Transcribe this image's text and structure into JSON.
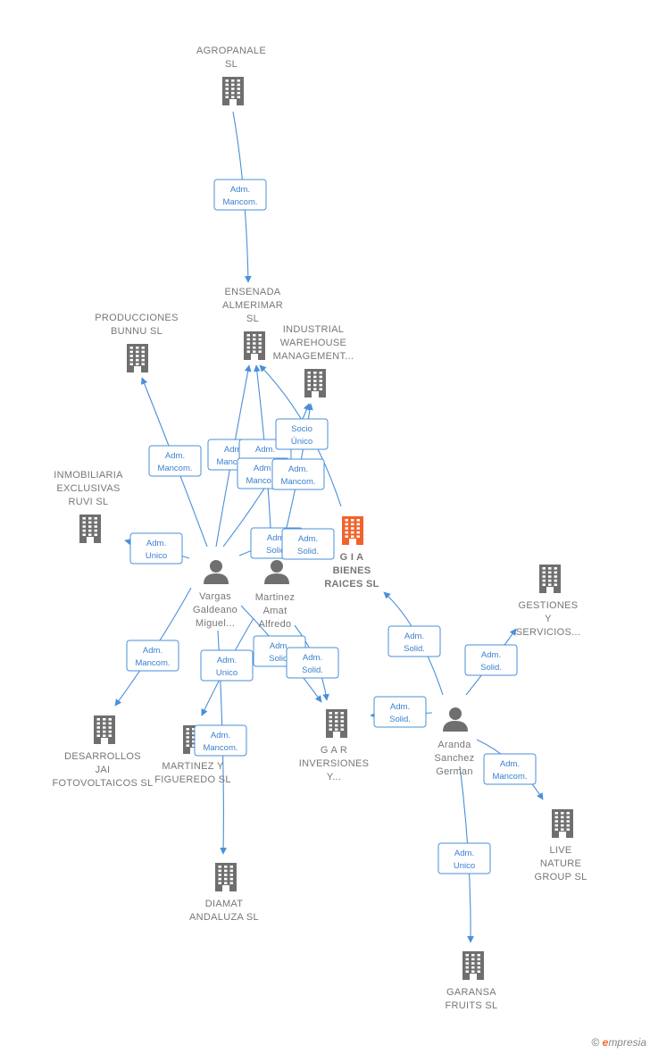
{
  "colors": {
    "company": "#6f6f6f",
    "focus": "#f2622b",
    "person": "#6f6f6f",
    "edge": "#4a8fd9"
  },
  "nodes": [
    {
      "id": "agropanale",
      "type": "company",
      "label": [
        "AGROPANALE",
        "SL"
      ]
    },
    {
      "id": "ensenada",
      "type": "company",
      "label": [
        "ENSENADA",
        "ALMERIMAR",
        "SL"
      ]
    },
    {
      "id": "producciones",
      "type": "company",
      "label": [
        "PRODUCCIONES",
        "BUNNU SL"
      ]
    },
    {
      "id": "industrial",
      "type": "company",
      "label": [
        "INDUSTRIAL",
        "WAREHOUSE",
        "MANAGEMENT..."
      ]
    },
    {
      "id": "inmobiliaria",
      "type": "company",
      "label": [
        "INMOBILIARIA",
        "EXCLUSIVAS",
        "RUVI SL"
      ]
    },
    {
      "id": "gia",
      "type": "focus",
      "label": [
        "G I A",
        "BIENES",
        "RAICES  SL"
      ]
    },
    {
      "id": "gestiones",
      "type": "company",
      "label": [
        "GESTIONES",
        "Y",
        "SERVICIOS..."
      ]
    },
    {
      "id": "vargas",
      "type": "person",
      "label": [
        "Vargas",
        "Galdeano",
        "Miguel..."
      ]
    },
    {
      "id": "martinez",
      "type": "person",
      "label": [
        "Martinez",
        "Amat",
        "Alfredo"
      ]
    },
    {
      "id": "aranda",
      "type": "person",
      "label": [
        "Aranda",
        "Sanchez",
        "German"
      ]
    },
    {
      "id": "desarrollos",
      "type": "company",
      "label": [
        "DESARROLLOS",
        "JAI",
        "FOTOVOLTAICOS SL"
      ]
    },
    {
      "id": "martinezy",
      "type": "company",
      "label": [
        "MARTINEZ Y",
        "FIGUEREDO SL"
      ]
    },
    {
      "id": "gar",
      "type": "company",
      "label": [
        "G A R",
        "INVERSIONES",
        "Y..."
      ]
    },
    {
      "id": "live",
      "type": "company",
      "label": [
        "LIVE",
        "NATURE",
        "GROUP  SL"
      ]
    },
    {
      "id": "diamat",
      "type": "company",
      "label": [
        "DIAMAT",
        "ANDALUZA SL"
      ]
    },
    {
      "id": "garansa",
      "type": "company",
      "label": [
        "GARANSA",
        "FRUITS  SL"
      ]
    }
  ],
  "relations": [
    {
      "id": "r1",
      "from": "agropanale",
      "to": "ensenada",
      "label": [
        "Adm.",
        "Mancom."
      ]
    },
    {
      "id": "r2",
      "from": "vargas",
      "to": "producciones",
      "label": [
        "Adm.",
        "Mancom."
      ]
    },
    {
      "id": "r3",
      "from": "vargas",
      "to": "ensenada",
      "label": [
        "Adm.",
        "Mancom."
      ]
    },
    {
      "id": "r4",
      "from": "vargas",
      "to": "industrial",
      "label": [
        "Adm.",
        "Mancom."
      ]
    },
    {
      "id": "r5",
      "from": "martinez",
      "to": "ensenada",
      "label": [
        "Adm.",
        "Mancom."
      ]
    },
    {
      "id": "r6",
      "from": "martinez",
      "to": "industrial",
      "label": [
        "Socio",
        "Único"
      ]
    },
    {
      "id": "r7",
      "from": "gia",
      "to": "ensenada",
      "label": [
        "Adm.",
        "Mancom."
      ]
    },
    {
      "id": "r8",
      "from": "vargas",
      "to": "inmobiliaria",
      "label": [
        "Adm.",
        "Unico"
      ]
    },
    {
      "id": "r9",
      "from": "vargas",
      "to": "gia",
      "label": [
        "Adm.",
        "Solid."
      ]
    },
    {
      "id": "r10",
      "from": "martinez",
      "to": "gia",
      "label": [
        "Adm.",
        "Solid."
      ]
    },
    {
      "id": "r11",
      "from": "vargas",
      "to": "desarrollos",
      "label": [
        "Adm.",
        "Mancom."
      ]
    },
    {
      "id": "r12",
      "from": "martinez",
      "to": "martinezy",
      "label": [
        "Adm.",
        "Unico"
      ]
    },
    {
      "id": "r13",
      "from": "vargas",
      "to": "gar",
      "label": [
        "Adm.",
        "Solid."
      ]
    },
    {
      "id": "r14",
      "from": "martinez",
      "to": "gar",
      "label": [
        "Adm.",
        "Solid."
      ]
    },
    {
      "id": "r15",
      "from": "vargas",
      "to": "diamat",
      "label": [
        "Adm.",
        "Mancom."
      ]
    },
    {
      "id": "r16",
      "from": "aranda",
      "to": "gia",
      "label": [
        "Adm.",
        "Solid."
      ]
    },
    {
      "id": "r17",
      "from": "aranda",
      "to": "gestiones",
      "label": [
        "Adm.",
        "Solid."
      ]
    },
    {
      "id": "r18",
      "from": "aranda",
      "to": "gar",
      "label": [
        "Adm.",
        "Solid."
      ]
    },
    {
      "id": "r19",
      "from": "aranda",
      "to": "live",
      "label": [
        "Adm.",
        "Mancom."
      ]
    },
    {
      "id": "r20",
      "from": "aranda",
      "to": "garansa",
      "label": [
        "Adm.",
        "Unico"
      ]
    }
  ],
  "brand": {
    "copyright": "©",
    "logo_initial": "e",
    "logo_rest": "mpresia"
  }
}
